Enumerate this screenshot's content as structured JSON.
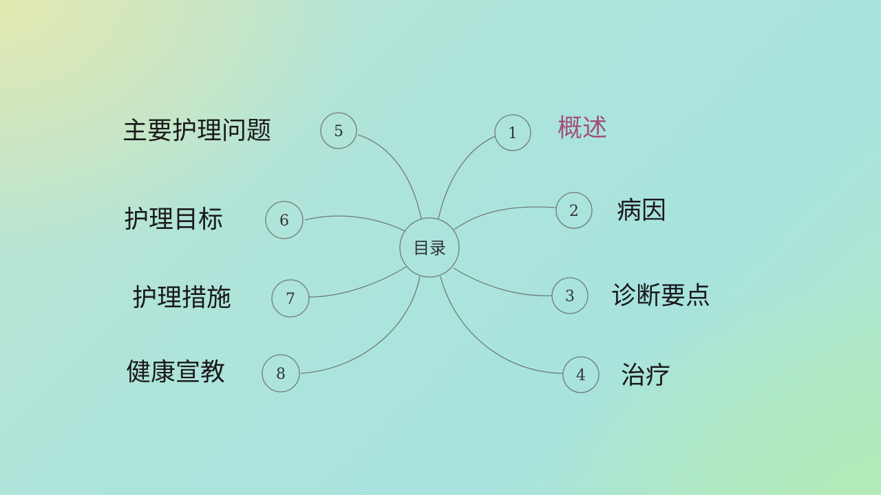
{
  "hub": {
    "label": "目录"
  },
  "items": [
    {
      "number": "1",
      "label": "概述",
      "highlight_color": "#a2507a"
    },
    {
      "number": "2",
      "label": "病因"
    },
    {
      "number": "3",
      "label": "诊断要点"
    },
    {
      "number": "4",
      "label": "治疗"
    },
    {
      "number": "5",
      "label": "主要护理问题"
    },
    {
      "number": "6",
      "label": "护理目标"
    },
    {
      "number": "7",
      "label": "护理措施"
    },
    {
      "number": "8",
      "label": "健康宣教"
    }
  ]
}
